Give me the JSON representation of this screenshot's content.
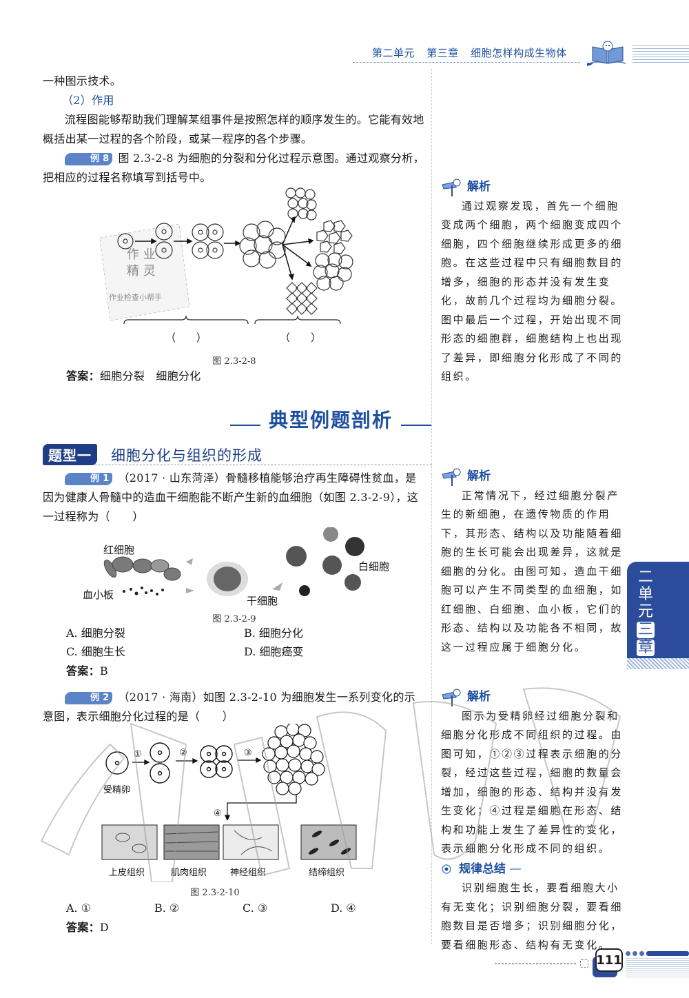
{
  "header": {
    "unit": "第二单元",
    "chapter": "第三章",
    "title": "细胞怎样构成生物体"
  },
  "intro": {
    "line1": "一种图示技术。",
    "subheading": "（2）作用",
    "paragraph": "流程图能够帮助我们理解某组事件是按照怎样的顺序发生的。它能有效地概括出某一过程的各个阶段，或某一程序的各个步骤。"
  },
  "example8": {
    "badge": "例 8",
    "question": "图 2.3-2-8 为细胞的分裂和分化过程示意图。通过观察分析，把相应的过程名称填写到括号中。",
    "figure_blank_left": "（　　）",
    "figure_blank_right": "（　　）",
    "figure_caption": "图 2.3-2-8",
    "stamp": {
      "line1": "作 业",
      "line2": "精 灵",
      "line3": "作业检查小帮手"
    },
    "answer_label": "答案：",
    "answer": "细胞分裂　细胞分化",
    "analysis_title": "解析",
    "analysis": "通过观察发现，首先一个细胞变成两个细胞，两个细胞变成四个细胞，四个细胞继续形成更多的细胞。在这些过程中只有细胞数目的增多，细胞的形态并没有发生变化，故前几个过程均为细胞分裂。图中最后一个过程，开始出现不同形态的细胞群，细胞结构上也出现了差异，即细胞分化形成了不同的组织。"
  },
  "section": {
    "heading": "典型例题剖析",
    "type_badge": "题型一",
    "type_title": "细胞分化与组织的形成"
  },
  "example1": {
    "badge": "例 1",
    "question": "（2017 · 山东菏泽）骨髓移植能够治疗再生障碍性贫血，是因为健康人骨髓中的造血干细胞能不断产生新的血细胞（如图 2.3-2-9），这一过程称为（　　）",
    "figure_labels": {
      "red": "红细胞",
      "platelet": "血小板",
      "stem": "干细胞",
      "white": "白细胞"
    },
    "figure_caption": "图 2.3-2-9",
    "options": [
      "A. 细胞分裂",
      "B. 细胞分化",
      "C. 细胞生长",
      "D. 细胞癌变"
    ],
    "answer_label": "答案：",
    "answer": "B",
    "analysis_title": "解析",
    "analysis": "正常情况下，经过细胞分裂产生的新细胞，在遗传物质的作用下，其形态、结构以及功能随着细胞的生长可能会出现差异，这就是细胞的分化。由图可知，造血干细胞可以产生不同类型的血细胞，如红细胞、白细胞、血小板，它们的形态、结构以及功能各不相同，故这一过程应属于细胞分化。"
  },
  "example2": {
    "badge": "例 2",
    "question": "（2017 · 海南）如图 2.3-2-10 为细胞发生一系列变化的示意图，表示细胞分化过程的是（　　）",
    "figure_steps": [
      "①",
      "②",
      "③",
      "④"
    ],
    "figure_egg_label": "受精卵",
    "tissues": [
      "上皮组织",
      "肌肉组织",
      "神经组织",
      "结缔组织"
    ],
    "figure_caption": "图 2.3-2-10",
    "options": [
      "A. ①",
      "B. ②",
      "C. ③",
      "D. ④"
    ],
    "answer_label": "答案：",
    "answer": "D",
    "analysis_title": "解析",
    "analysis": "图示为受精卵经过细胞分裂和细胞分化形成不同组织的过程。由图可知，①②③过程表示细胞的分裂，经过这些过程，细胞的数量会增加，细胞的形态、结构并没有发生变化；④过程是细胞在形态、结构和功能上发生了差异性的变化，表示细胞分化形成不同的组织。",
    "rule_title": "规律总结",
    "rule": "识别细胞生长，要看细胞大小有无变化；识别细胞分裂，要看细胞数目是否增多；识别细胞分化，要看细胞形态、结构有无变化。"
  },
  "side_tab": {
    "line1": "二",
    "line2": "单",
    "line3": "元",
    "box1": "三",
    "box2": "章"
  },
  "footer": {
    "page_number": "111"
  },
  "colors": {
    "accent_blue": "#1d4fa0",
    "dark_blue": "#1d3e87",
    "badge_blue": "#5b84c8"
  }
}
